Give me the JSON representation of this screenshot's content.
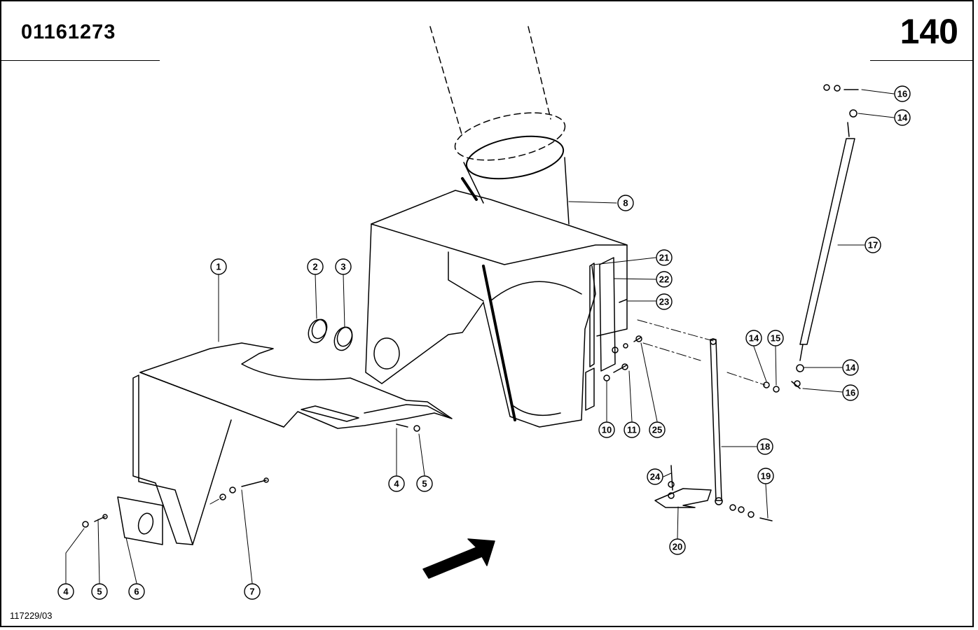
{
  "header": {
    "part_number": "01161273",
    "page_number": "140"
  },
  "footer": {
    "drawing_ref": "117229/03"
  },
  "callouts": [
    "1",
    "2",
    "3",
    "4",
    "5",
    "6",
    "7",
    "4",
    "5",
    "8",
    "21",
    "22",
    "23",
    "10",
    "11",
    "25",
    "16",
    "14",
    "17",
    "14",
    "15",
    "14",
    "16",
    "18",
    "19",
    "24",
    "20"
  ]
}
